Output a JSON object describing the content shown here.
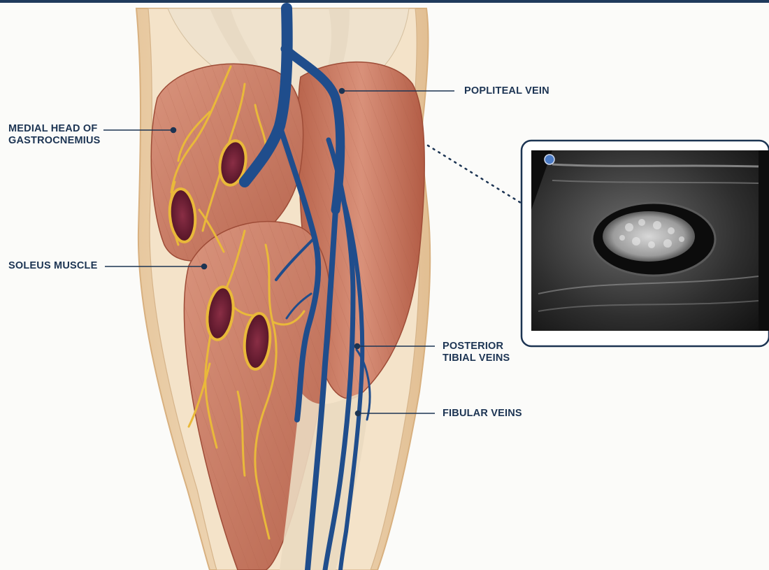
{
  "labels": {
    "medial_head": {
      "line1": "MEDIAL HEAD OF",
      "line2": "GASTROCNEMIUS"
    },
    "soleus": "SOLEUS MUSCLE",
    "popliteal": "POPLITEAL VEIN",
    "posterior_tibial": {
      "line1": "POSTERIOR",
      "line2": "TIBIAL VEINS"
    },
    "fibular": "FIBULAR VEINS"
  },
  "colors": {
    "vein": "#1f4d8c",
    "label": "#1c3453",
    "muscle": "#c97a62",
    "thrombus": "#5a1a2c",
    "nerve_fat": "#e9b93a"
  },
  "icons": {
    "ultrasound_marker": "blue-dot-icon"
  }
}
